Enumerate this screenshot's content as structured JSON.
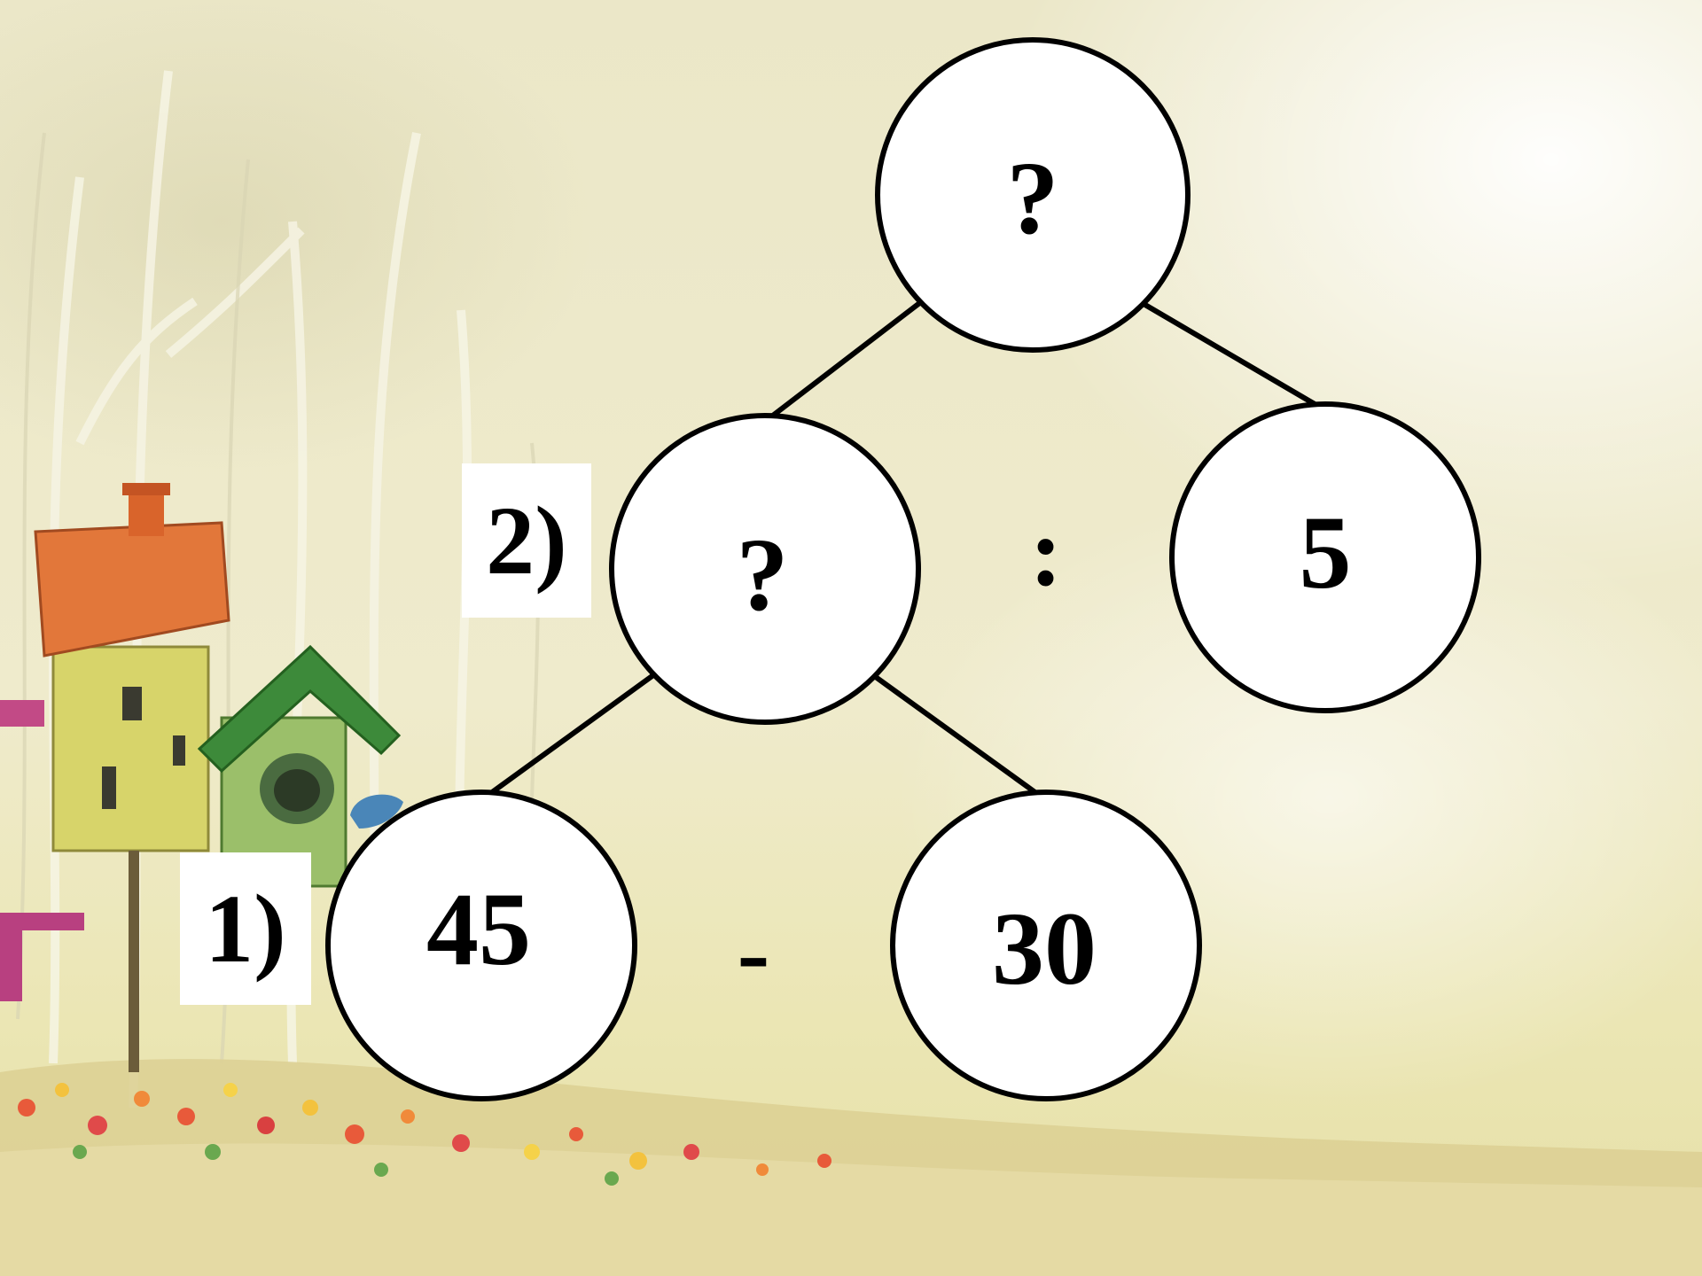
{
  "diagram": {
    "root": {
      "value": "?"
    },
    "level2_left": {
      "value": "?"
    },
    "level2_right": {
      "value": "5"
    },
    "leaf_left": {
      "value": "45"
    },
    "leaf_right": {
      "value": "30"
    },
    "operator_level2": ":",
    "operator_level1": "-",
    "step_label_1": "1)",
    "step_label_2": "2)"
  },
  "colors": {
    "node_fill": "#ffffff",
    "node_stroke": "#000000",
    "text": "#000000"
  }
}
